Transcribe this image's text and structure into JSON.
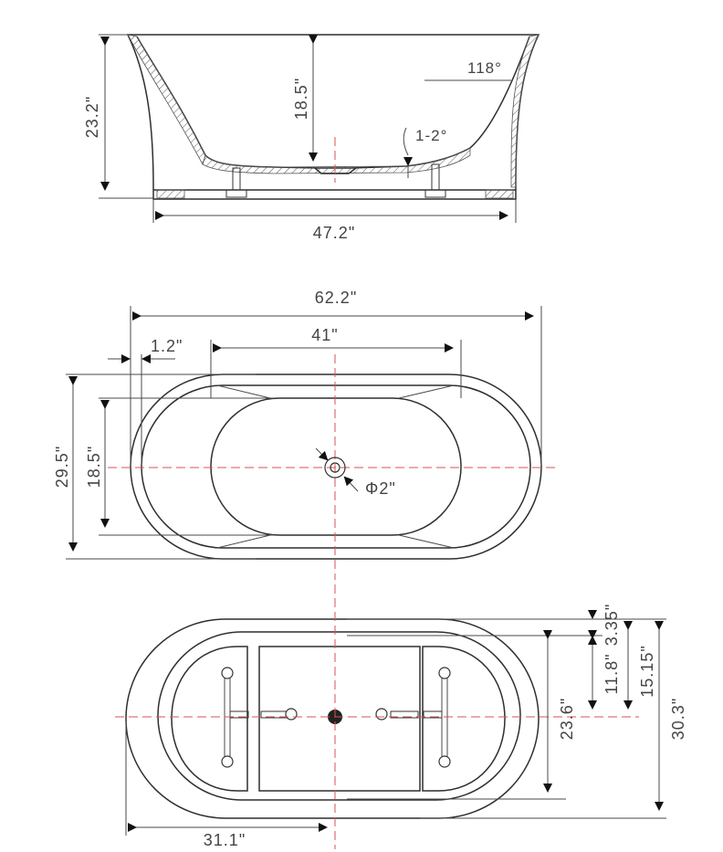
{
  "side_view": {
    "height_total": "23.2\"",
    "inner_depth": "18.5\"",
    "base_length": "47.2\"",
    "wall_angle": "118°",
    "floor_slope": "1-2°"
  },
  "top_view": {
    "overall_length": "62.2\"",
    "inner_flat_length": "41\"",
    "rim_offset": "1.2\"",
    "overall_width": "29.5\"",
    "inner_width": "18.5\"",
    "drain_diameter": "Φ2\""
  },
  "bottom_view": {
    "half_length": "31.1\"",
    "inner_width": "23.6\"",
    "step_offset": "3.35\"",
    "half_inner": "11.8\"",
    "half_outer": "15.15\"",
    "overall_width": "30.3\""
  },
  "colors": {
    "line": "#2f2f2f",
    "centerline": "#d9534f",
    "drain": "#222222"
  }
}
